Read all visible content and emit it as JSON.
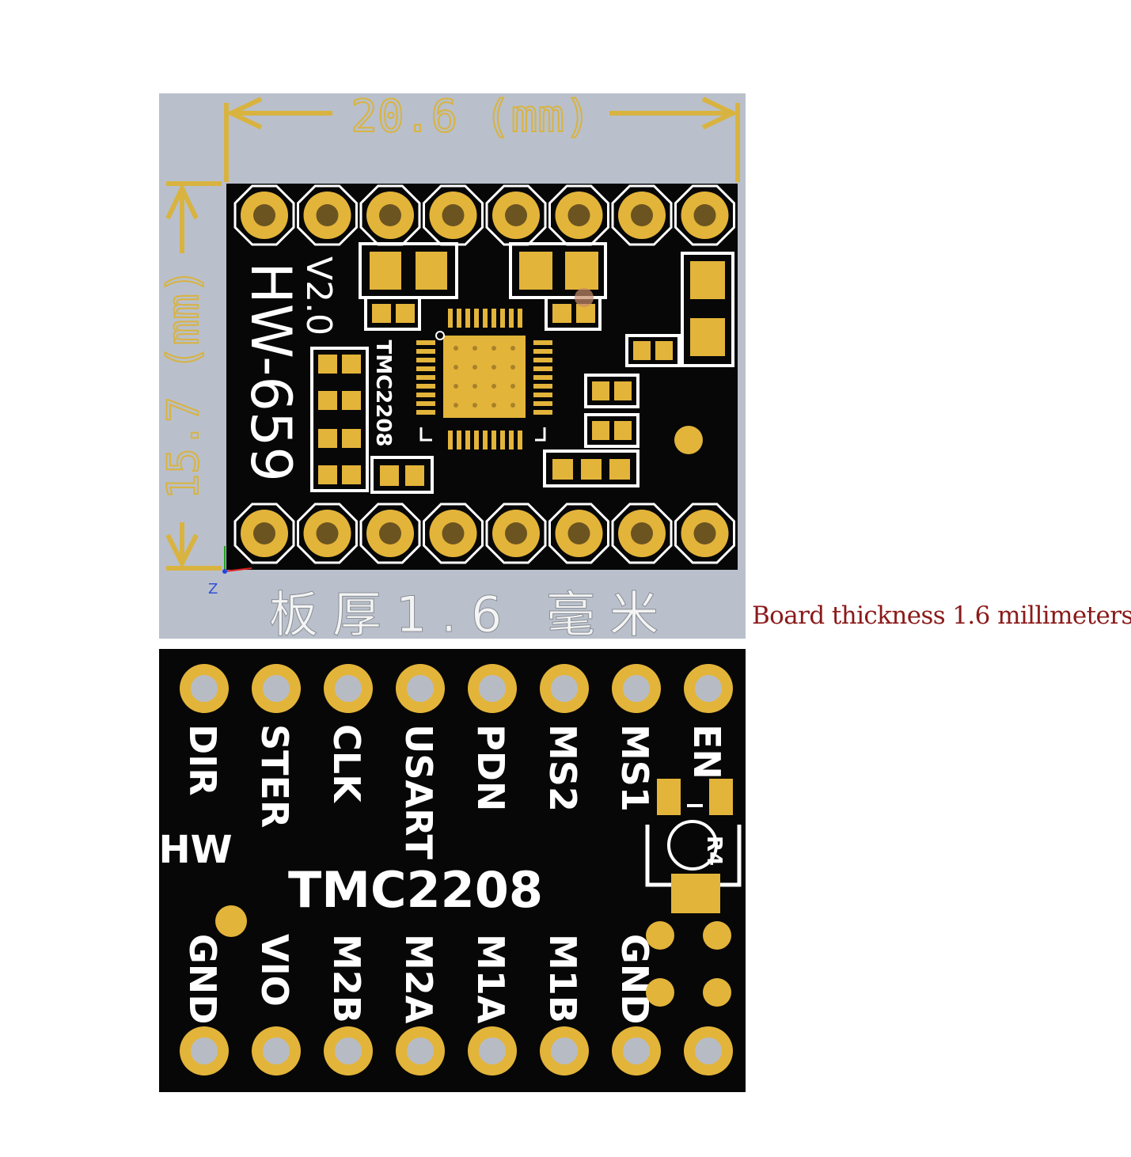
{
  "top_view": {
    "width_dimension": "20.6 (mm)",
    "height_dimension": "15.7 (mm)",
    "board_model": "HW-659",
    "version": "V2.0",
    "chip_label": "TMC2208",
    "thickness_label": "板厚1.6 毫米",
    "axis_label": "Z"
  },
  "bottom_view": {
    "top_pin_labels": [
      "DIR",
      "STER",
      "CLK",
      "USART",
      "PDN",
      "MS2",
      "MS1",
      "EN"
    ],
    "bottom_pin_labels": [
      "GND",
      "VIO",
      "M2B",
      "M2A",
      "M1A",
      "M1B",
      "GND"
    ],
    "brand": "HW",
    "chip_label": "TMC2208",
    "resistor_label": "R4"
  },
  "caption": "Board thickness 1.6 millimeters",
  "colors": {
    "gold": "#e3b43a",
    "dimension": "#d9b340",
    "board": "#070707",
    "silkscreen": "#ffffff",
    "panel_bg": "#b9c0cb",
    "caption": "#8b1a1a"
  }
}
